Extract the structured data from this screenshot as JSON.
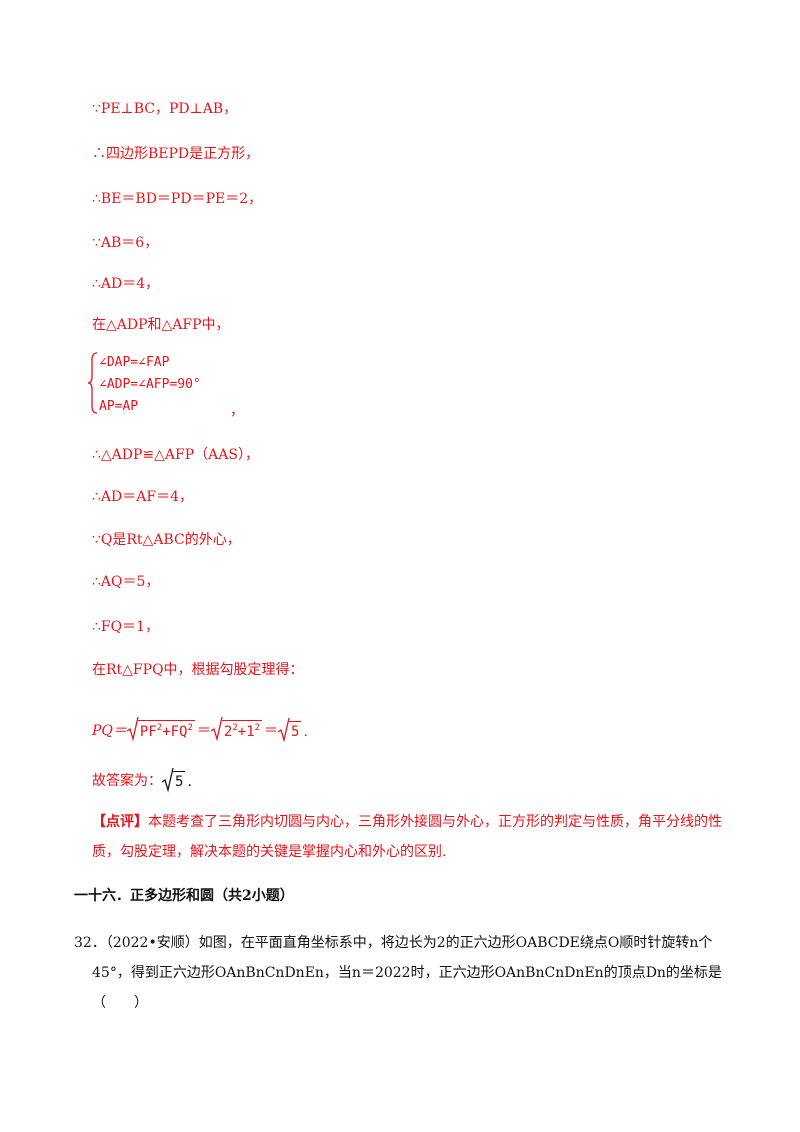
{
  "lines": {
    "l1": "∵PE⊥BC，PD⊥AB，",
    "l2": "∴四边形BEPD是正方形，",
    "l3": "∴BE＝BD＝PD＝PE＝2，",
    "l4": "∵AB＝6，",
    "l5": "∴AD＝4，",
    "l6": "在△ADP和△AFP中，"
  },
  "system": {
    "row1": "∠DAP=∠FAP",
    "row2": "∠ADP=∠AFP=90°",
    "row3": "AP=AP",
    "comma": "，"
  },
  "lines2": {
    "l7": "∴△ADP≌△AFP（AAS），",
    "l8": "∴AD＝AF＝4，",
    "l9": "∵Q是Rt△ABC的外心，",
    "l10": "∴AQ＝5，",
    "l11": "∴FQ＝1，",
    "l12": "在Rt△FPQ中，根据勾股定理得："
  },
  "formula": {
    "lhs": "PQ＝",
    "rad1_a": "PF",
    "rad1_plus": "+FQ",
    "sq": "2",
    "eq": "＝",
    "rad2_a": "2",
    "rad2_plus": "+1",
    "eq2": "＝",
    "rad3": "5",
    "end": "."
  },
  "answer": {
    "prefix": "故答案为：",
    "rad": "5",
    "end": "."
  },
  "comment": {
    "tag": "【点评】",
    "text": "本题考查了三角形内切圆与内心，三角形外接圆与外心，正方形的判定与性质，角平分线的性质，勾股定理，解决本题的关键是掌握内心和外心的区别."
  },
  "section_title": "一十六．正多边形和圆（共2小题）",
  "question": {
    "number": "32．（2022•安顺）",
    "text1": "如图，在平面直角坐标系中，将边长为2的正六边形OABCDE绕点O顺时针旋转n个",
    "text2": "45°，得到正六边形OAnBnCnDnEn，当n＝2022时，正六边形OAnBnCnDnEn的顶点Dn的坐标是（　　）"
  }
}
